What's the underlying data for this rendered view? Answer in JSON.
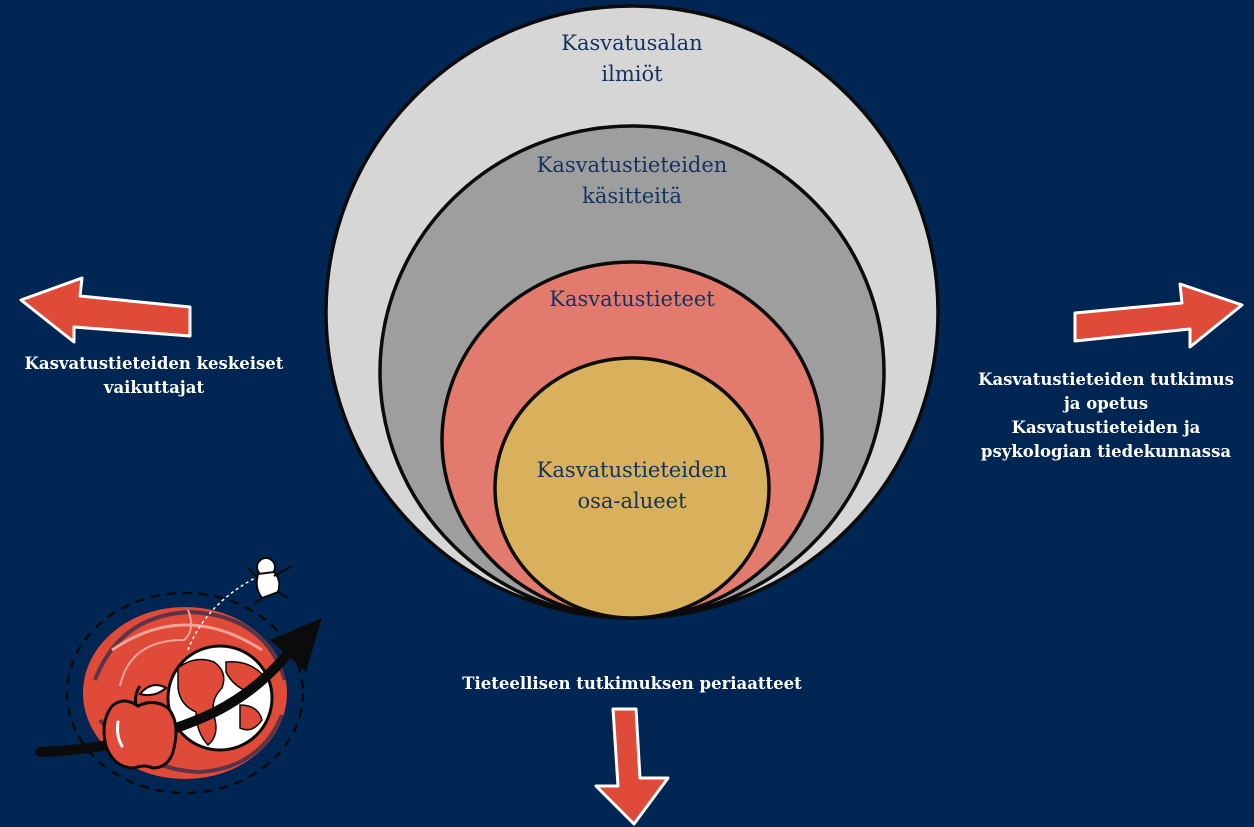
{
  "colors": {
    "background": "#022653",
    "outer_circle": "#d6d6d6",
    "second_circle": "#9e9e9e",
    "third_circle": "#e27b6e",
    "inner_circle": "#d9b05c",
    "arrow": "#e04a38",
    "label_text": "#14325e",
    "side_text": "#ffffff"
  },
  "circles": {
    "outer": "Kasvatusalan\nilmiöt",
    "second": "Kasvatustieteiden\nkäsitteitä",
    "third": "Kasvatustieteet",
    "inner": "Kasvatustieteiden\nosa-alueet"
  },
  "left_label": "Kasvatustieteiden keskeiset\nvaikuttajat",
  "right_label": "Kasvatustieteiden tutkimus\nja opetus\nKasvatustieteiden ja\npsykologian tiedekunnassa",
  "bottom_label": "Tieteellisen tutkimuksen periaatteet",
  "icons": {
    "left_arrow": "arrow-left-icon",
    "right_arrow": "arrow-right-icon",
    "down_arrow": "arrow-down-icon",
    "illustration": "globe-apple-illustration-icon"
  }
}
